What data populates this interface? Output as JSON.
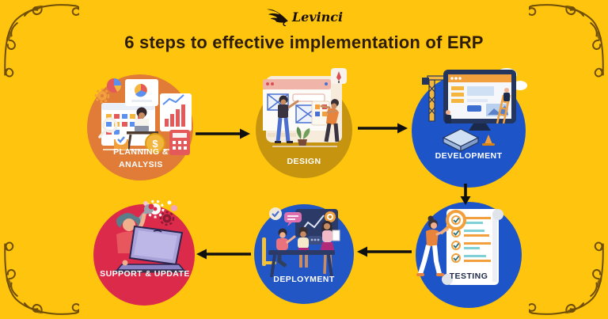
{
  "brand": {
    "name": "Levinci"
  },
  "title": "6 steps to effective implementation of ERP",
  "steps": [
    {
      "name": "planning-analysis",
      "label_lines": [
        "PLANNING &",
        "ANALYSIS"
      ],
      "circle_color": "#E07B38",
      "label_color": "#FFFFFF",
      "illustration": "person-at-desk-with-charts-calendar-calculator-coin-magnifier"
    },
    {
      "name": "design",
      "label_lines": [
        "DESIGN"
      ],
      "circle_color": "#C6940F",
      "label_color": "#FFFFFF",
      "illustration": "two-designers-assembling-webpage"
    },
    {
      "name": "development",
      "label_lines": [
        "DEVELOPMENT"
      ],
      "circle_color": "#1D55C9",
      "label_color": "#FFFFFF",
      "illustration": "crane-constructing-website-on-monitor"
    },
    {
      "name": "testing",
      "label_lines": [
        "TESTING"
      ],
      "circle_color": "#1D55C9",
      "label_color": "#1F2A4A",
      "illustration": "person-checking-checklist-scroll-with-magnifier"
    },
    {
      "name": "deployment",
      "label_lines": [
        "DEPLOYMENT"
      ],
      "circle_color": "#2356C5",
      "label_color": "#FFFFFF",
      "illustration": "team-meeting-around-table-with-presentation"
    },
    {
      "name": "support-update",
      "label_lines": [
        "SUPPORT & UPDATE"
      ],
      "circle_color": "#DC2A4B",
      "label_color": "#FFFFFF",
      "illustration": "person-with-laptop-wrench-and-gears"
    }
  ],
  "flow": {
    "order": [
      "planning-analysis",
      "design",
      "development",
      "testing",
      "deployment",
      "support-update"
    ],
    "arrow_color": "#101010",
    "arrow_directions": [
      "right",
      "right",
      "down",
      "left",
      "left"
    ]
  },
  "symbols": {
    "dollar": "$"
  },
  "colors": {
    "background": "#FFC40D",
    "title_text": "#2E1D06",
    "ornament": "#5C3E08"
  }
}
